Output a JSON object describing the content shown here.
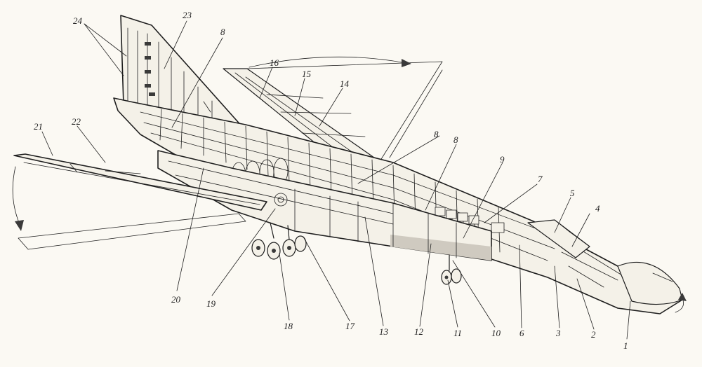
{
  "callouts": [
    {
      "n": "1"
    },
    {
      "n": "2"
    },
    {
      "n": "3"
    },
    {
      "n": "4"
    },
    {
      "n": "5"
    },
    {
      "n": "6"
    },
    {
      "n": "7"
    },
    {
      "n": "8"
    },
    {
      "n": "8"
    },
    {
      "n": "8"
    },
    {
      "n": "8"
    },
    {
      "n": "9"
    },
    {
      "n": "10"
    },
    {
      "n": "11"
    },
    {
      "n": "12"
    },
    {
      "n": "13"
    },
    {
      "n": "14"
    },
    {
      "n": "15"
    },
    {
      "n": "16"
    },
    {
      "n": "17"
    },
    {
      "n": "18"
    },
    {
      "n": "19"
    },
    {
      "n": "20"
    },
    {
      "n": "21"
    },
    {
      "n": "22"
    },
    {
      "n": "23"
    },
    {
      "n": "24"
    }
  ],
  "colors": {
    "ink": "#1e1e1e",
    "paper": "#fbf9f3",
    "shade": "#cfcac0"
  }
}
